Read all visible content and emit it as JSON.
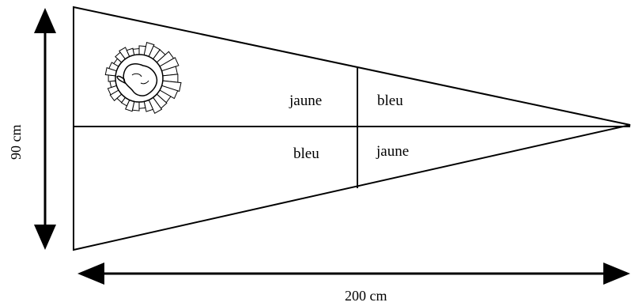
{
  "colors": {
    "ink": "#000000",
    "paper": "#ffffff"
  },
  "labels": {
    "upper_left": "jaune",
    "upper_right": "bleu",
    "lower_left": "bleu",
    "lower_right": "jaune"
  },
  "dimensions": {
    "height": "90 cm",
    "width": "200 cm"
  },
  "emblem": {
    "icon": "antarctica-emblem-icon"
  }
}
